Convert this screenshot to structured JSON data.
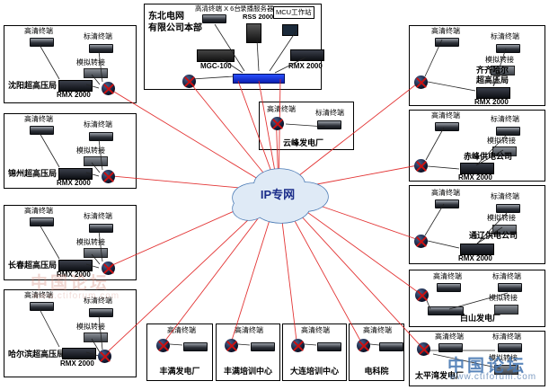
{
  "cloud": {
    "label": "IP专网"
  },
  "watermark": {
    "title": "中国论坛",
    "url": "www.ctiforum.com"
  },
  "labels": {
    "hd": "高清终端",
    "sd": "标清终端",
    "analog": "模拟转接",
    "rmx": "RMX 2000"
  },
  "hq": {
    "name": "东北电网\n有限公司本部",
    "hd_label": "高清终端 X 6台",
    "recorder_label": "录播服务器",
    "recorder_model": "RSS 2000",
    "mcu_label": "MCU工作站",
    "mgc_label": "MGC-100",
    "rmx_label": "RMX 2000"
  },
  "sites": {
    "shenyang": {
      "name": "沈阳超高压局"
    },
    "jinzhou": {
      "name": "锦州超高压局"
    },
    "changchun": {
      "name": "长春超高压局"
    },
    "harbin": {
      "name": "哈尔滨超高压局"
    },
    "qiqihar": {
      "name": "齐齐哈尔\n超高压局"
    },
    "chifeng": {
      "name": "赤峰供电公司"
    },
    "tongliao": {
      "name": "通辽供电公司"
    },
    "baishan": {
      "name": "白山发电厂"
    },
    "yunfeng": {
      "name": "云峰发电厂"
    },
    "fengman_plant": {
      "name": "丰满发电厂"
    },
    "fengman_training": {
      "name": "丰满培训中心"
    },
    "dalian_training": {
      "name": "大连培训中心"
    },
    "keyan": {
      "name": "电科院"
    },
    "taipingwan": {
      "name": "太平湾发电厂"
    }
  }
}
